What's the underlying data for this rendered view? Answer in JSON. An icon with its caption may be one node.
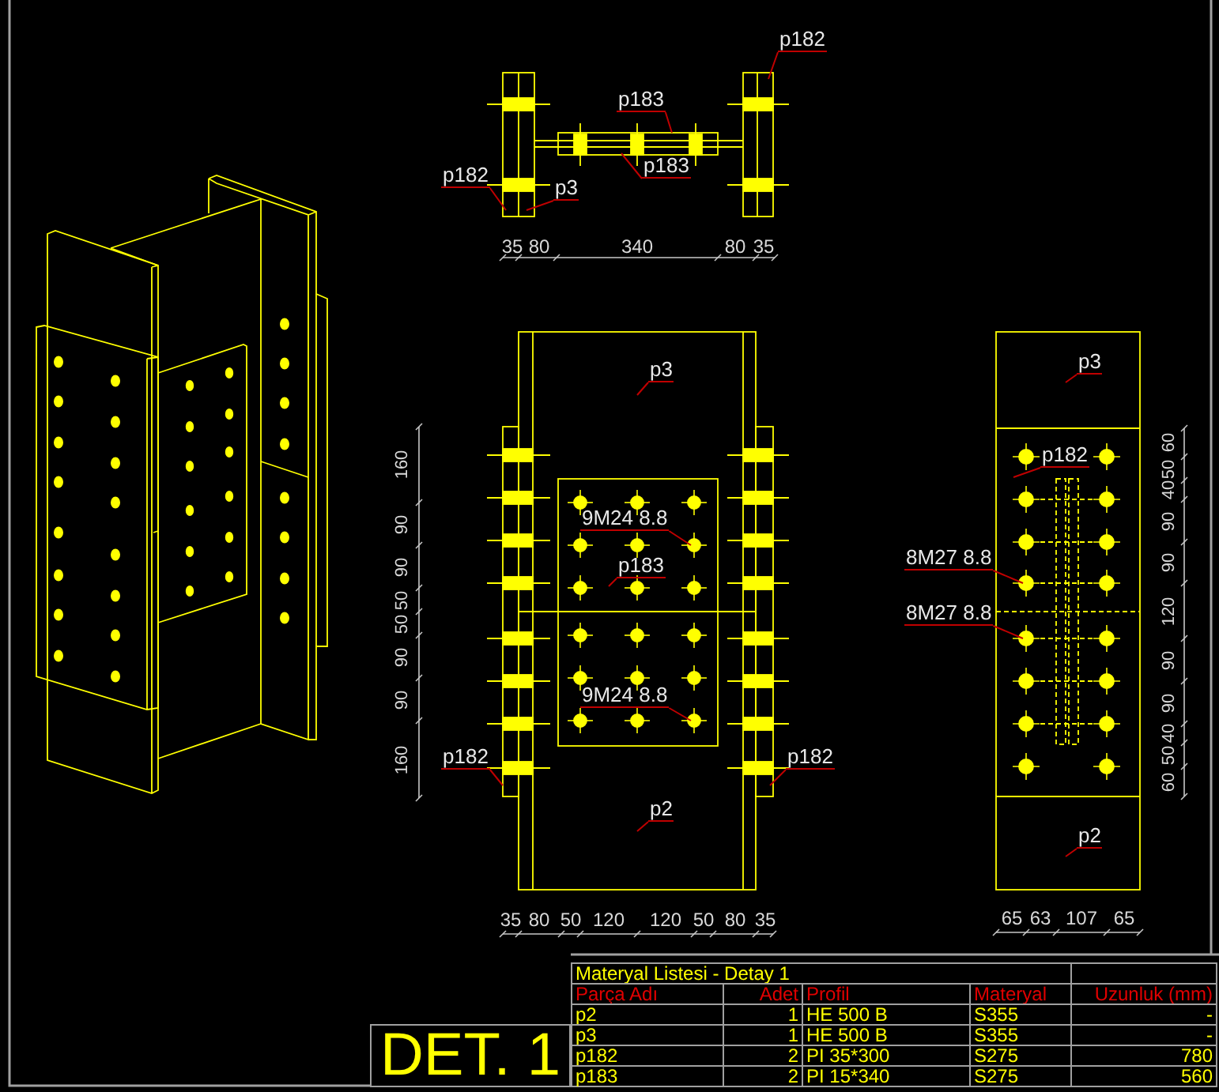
{
  "diagram": {
    "nodes": [
      {
        "text": [
          "p182"
        ]
      },
      {
        "text": [
          "p183"
        ]
      },
      {
        "text": [
          "p183"
        ]
      },
      {
        "text": [
          "p182"
        ]
      },
      {
        "text": [
          "p3"
        ]
      },
      {
        "text": [
          "p3"
        ]
      },
      {
        "text": [
          "9M24 8.8"
        ]
      },
      {
        "text": [
          "p183"
        ]
      },
      {
        "text": [
          "9M24 8.8"
        ]
      },
      {
        "text": [
          "p182"
        ]
      },
      {
        "text": [
          "p182"
        ]
      },
      {
        "text": [
          "p2"
        ]
      },
      {
        "text": [
          "p3"
        ]
      },
      {
        "text": [
          "p182"
        ]
      },
      {
        "text": [
          "8M27 8.8"
        ]
      },
      {
        "text": [
          "8M27 8.8"
        ]
      },
      {
        "text": [
          "p2"
        ]
      },
      {
        "text": [
          "DET. 1"
        ]
      }
    ],
    "edges": [
      {
        "from": 0,
        "to": null,
        "arrow": "none"
      },
      {
        "from": 1,
        "to": null,
        "arrow": "none"
      },
      {
        "from": 2,
        "to": null,
        "arrow": "none"
      },
      {
        "from": 3,
        "to": null,
        "arrow": "none"
      },
      {
        "from": 4,
        "to": null,
        "arrow": "none"
      },
      {
        "from": 5,
        "to": null,
        "arrow": "none"
      },
      {
        "from": 6,
        "to": null,
        "arrow": "none"
      },
      {
        "from": 7,
        "to": null,
        "arrow": "none"
      },
      {
        "from": 8,
        "to": null,
        "arrow": "none"
      },
      {
        "from": 9,
        "to": null,
        "arrow": "none"
      },
      {
        "from": 10,
        "to": null,
        "arrow": "none"
      },
      {
        "from": 11,
        "to": null,
        "arrow": "none"
      },
      {
        "from": 12,
        "to": null,
        "arrow": "none"
      },
      {
        "from": 13,
        "to": null,
        "arrow": "none"
      },
      {
        "from": 14,
        "to": null,
        "arrow": "none"
      },
      {
        "from": 15,
        "to": null,
        "arrow": "none"
      },
      {
        "from": 16,
        "to": null,
        "arrow": "none"
      }
    ],
    "labels": [
      "35",
      "80",
      "340",
      "80",
      "35",
      "160",
      "90",
      "90",
      "50",
      "50",
      "90",
      "90",
      "160",
      "60",
      "50",
      "40",
      "90",
      "90",
      "120",
      "90",
      "90",
      "40",
      "50",
      "60",
      "35",
      "80",
      "50",
      "120",
      "120",
      "50",
      "80",
      "35",
      "65",
      "63",
      "107",
      "65",
      "Materyal Listesi - Detay 1",
      "Parça Adı",
      "Adet",
      "Profil",
      "Materyal",
      "Uzunluk (mm)",
      "p2",
      "1",
      "HE 500 B",
      "S355",
      "-",
      "p3",
      "1",
      "HE 500 B",
      "S355",
      "-",
      "p182",
      "2",
      "PI 35*300",
      "S275",
      "780",
      "p183",
      "2",
      "PI 15*340",
      "S275",
      "560"
    ]
  }
}
